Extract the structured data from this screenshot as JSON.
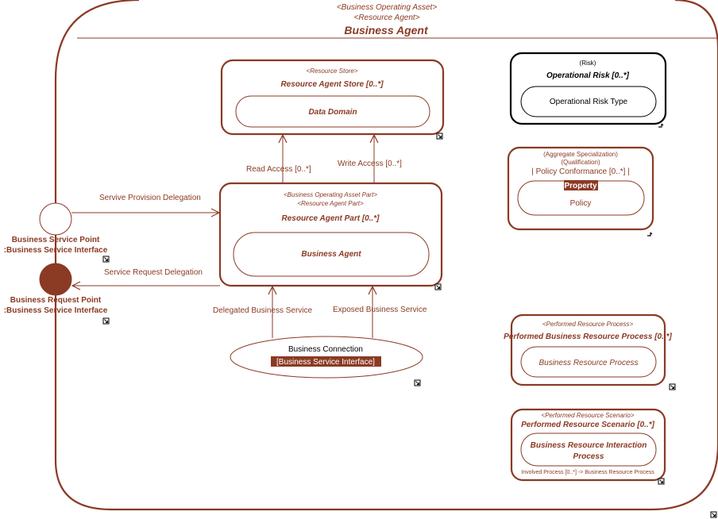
{
  "colors": {
    "accent": "#8b3a24",
    "black": "#000000",
    "white": "#ffffff"
  },
  "outer": {
    "stereo1": "<Business Operating Asset>",
    "stereo2": "<Resource Agent>",
    "title": "Business Agent"
  },
  "store": {
    "stereo": "<Resource Store>",
    "title": "Resource Agent Store [0..*]",
    "inner": "Data Domain"
  },
  "part": {
    "stereo1": "<Business Operating Asset Part>",
    "stereo2": "<Resource Agent Part>",
    "title": "Resource Agent Part [0..*]",
    "inner": "Business Agent"
  },
  "risk": {
    "stereo": "(Risk)",
    "title": "Operational Risk [0..*]",
    "inner": "Operational Risk Type"
  },
  "policy": {
    "stereo1": "(Aggregate Specialization)",
    "stereo2": "(Qualification)",
    "title": "| Policy Conformance [0..*] |",
    "badge": "Property",
    "inner": "Policy"
  },
  "process": {
    "stereo": "<Performed Resource Process>",
    "title": "Performed Business Resource Process [0..*]",
    "inner": "Business Resource Process"
  },
  "scenario": {
    "stereo": "<Performed Resource Scenario>",
    "title": "Performed Resource Scenario [0..*]",
    "inner_line1": "Business Resource Interaction",
    "inner_line2": "Process",
    "note": "Involved Process [0..*] -> Business Resource Process"
  },
  "ports": {
    "service_line1": "Business Service Point",
    "service_line2": ":Business Service Interface",
    "request_line1": "Business Request Point",
    "request_line2": ":Business Service Interface"
  },
  "connection": {
    "line1": "Business Connection",
    "badge": "[Business Service Interface]"
  },
  "edges": {
    "read_access": "Read Access [0..*]",
    "write_access": "Write Access [0..*]",
    "provision": "Servive Provision Delegation",
    "request": "Service Request Delegation",
    "delegated": "Delegated Business Service",
    "exposed": "Exposed Business Service"
  }
}
